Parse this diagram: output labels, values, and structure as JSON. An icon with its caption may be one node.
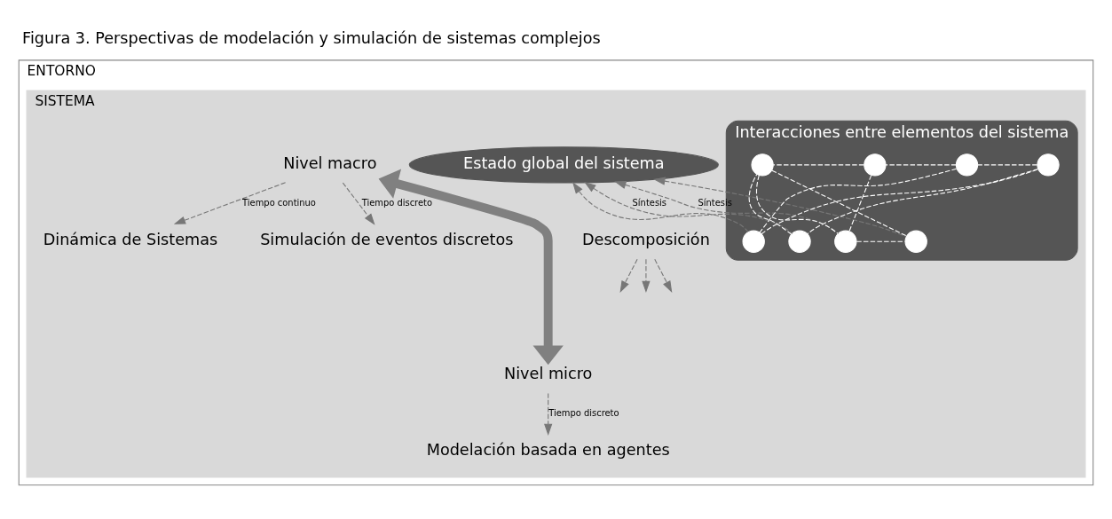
{
  "diagram": {
    "title": "Figura 3. Perspectivas de modelación y simulación de sistemas complejos",
    "nodes": [
      {
        "text": [
          "ENTORNO"
        ]
      },
      {
        "text": [
          "SISTEMA"
        ],
        "in": 0
      },
      {
        "text": [
          "Estado global del sistema"
        ],
        "in": 1
      },
      {
        "text": [
          "Descomposición"
        ],
        "in": 1
      },
      {
        "text": [
          "Interacciones entre elementos del sistema"
        ],
        "in": 1
      },
      {
        "text": [],
        "shape": "circle",
        "in": 4
      },
      {
        "text": [],
        "shape": "circle",
        "in": 4
      },
      {
        "text": [],
        "shape": "circle",
        "in": 4
      },
      {
        "text": [],
        "shape": "circle",
        "in": 4
      },
      {
        "text": [],
        "shape": "circle",
        "in": 4
      },
      {
        "text": [],
        "shape": "circle",
        "in": 4
      },
      {
        "text": [],
        "shape": "circle",
        "in": 4
      },
      {
        "text": [],
        "shape": "circle",
        "in": 4
      },
      {
        "text": [
          "Nivel macro"
        ],
        "in": 1
      },
      {
        "text": [
          "Dinámica de Sistemas"
        ],
        "in": 1
      },
      {
        "text": [
          "Simulación de eventos discretos"
        ],
        "in": 1
      },
      {
        "text": [
          "Nivel micro"
        ],
        "in": 1
      },
      {
        "text": [
          "Modelación basada en agentes"
        ],
        "in": 1
      }
    ],
    "edges": [
      {
        "from": 5,
        "to": 2,
        "arrow": "to",
        "style": "dashed",
        "color": "#777777"
      },
      {
        "from": 7,
        "to": 2,
        "arrow": "to",
        "style": "dashed",
        "color": "#777777",
        "label": "Síntesis"
      },
      {
        "from": 11,
        "to": 2,
        "arrow": "to",
        "style": "dashed",
        "color": "#777777",
        "label": "Síntesis"
      },
      {
        "from": 12,
        "to": 2,
        "arrow": "to",
        "style": "dashed",
        "color": "#777777"
      },
      {
        "from": 3,
        "to": null,
        "arrow": "to",
        "style": "dashed",
        "color": "#777777"
      },
      {
        "from": 3,
        "to": null,
        "arrow": "to",
        "style": "dashed",
        "color": "#777777"
      },
      {
        "from": 3,
        "to": null,
        "arrow": "to",
        "style": "dashed",
        "color": "#777777"
      },
      {
        "from": 5,
        "to": 6,
        "arrow": "none",
        "style": "dashed",
        "color": "#ffffff"
      },
      {
        "from": 5,
        "to": 8,
        "arrow": "none",
        "style": "dashed",
        "color": "#ffffff"
      },
      {
        "from": 6,
        "to": 7,
        "arrow": "none",
        "style": "dashed",
        "color": "#ffffff"
      },
      {
        "from": 6,
        "to": 8,
        "arrow": "none",
        "style": "dashed",
        "color": "#ffffff"
      },
      {
        "from": 7,
        "to": 10,
        "arrow": "none",
        "style": "dashed",
        "color": "#ffffff"
      },
      {
        "from": 8,
        "to": 9,
        "arrow": "none",
        "style": "dashed",
        "color": "#ffffff"
      },
      {
        "from": 9,
        "to": 11,
        "arrow": "none",
        "style": "dashed",
        "color": "#ffffff"
      },
      {
        "from": 9,
        "to": 10,
        "arrow": "none",
        "style": "dashed",
        "color": "#ffffff"
      },
      {
        "from": 10,
        "to": 11,
        "arrow": "none",
        "style": "dashed",
        "color": "#ffffff"
      },
      {
        "from": 10,
        "to": 12,
        "arrow": "none",
        "style": "dashed",
        "color": "#ffffff"
      },
      {
        "from": 11,
        "to": 12,
        "arrow": "none",
        "style": "dashed",
        "color": "#ffffff"
      },
      {
        "from": 13,
        "to": 14,
        "arrow": "to",
        "style": "dashed",
        "color": "#777777",
        "label": "Tiempo continuo"
      },
      {
        "from": 13,
        "to": 15,
        "arrow": "to",
        "style": "dashed",
        "color": "#777777",
        "label": "Tiempo discreto"
      },
      {
        "from": 13,
        "to": 16,
        "arrow": "both",
        "style": "thick",
        "color": "#808080"
      },
      {
        "from": 16,
        "to": 17,
        "arrow": "to",
        "style": "dashed",
        "color": "#777777",
        "label": "Tiempo discreto"
      }
    ]
  }
}
